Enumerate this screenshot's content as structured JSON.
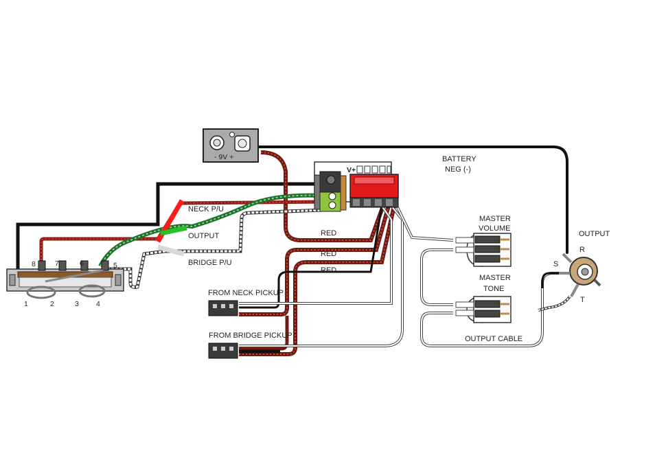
{
  "diagram": {
    "battery_box": {
      "label": "- 9V +"
    },
    "battery_note": {
      "line1": "BATTERY",
      "line2": "NEG (-)"
    },
    "switch": {
      "terminals_top": [
        "8",
        "7",
        "6",
        "5"
      ],
      "terminals_bottom": [
        "1",
        "2",
        "3",
        "4"
      ]
    },
    "wire_labels": {
      "neck_pu": "NECK P/U",
      "output": "OUTPUT",
      "bridge_pu": "BRIDGE P/U",
      "red_1": "RED",
      "red_2": "RED",
      "red_3": "RED"
    },
    "board": {
      "v_label": "V+"
    },
    "pickups": {
      "neck": "FROM NECK PICKUP",
      "bridge": "FROM BRIDGE PICKUP"
    },
    "pots": {
      "volume": {
        "line1": "MASTER",
        "line2": "VOLUME"
      },
      "tone": {
        "line1": "MASTER",
        "line2": "TONE"
      }
    },
    "output_cable": "OUTPUT CABLE",
    "jack": {
      "title": "OUTPUT",
      "s": "S",
      "r": "R",
      "t": "T"
    },
    "colors": {
      "black_wire": "#111111",
      "red_wire": "#b21e1e",
      "red_dark": "#7a1a12",
      "green_wire": "#2f9a3e",
      "white_wire": "#f4f4f4",
      "connector_red": "#e3191b",
      "terminal_green": "#8cc63f",
      "marker_red": "#ff1a1a",
      "marker_green": "#25c125"
    }
  }
}
